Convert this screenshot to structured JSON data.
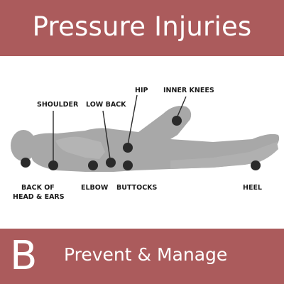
{
  "header": {
    "title": "Pressure Injuries"
  },
  "footer": {
    "letter": "B",
    "subtitle": "Prevent & Manage"
  },
  "colors": {
    "banner": "#ab5b5c",
    "body": "#a8a8a8",
    "marker": "#2a2a2a"
  },
  "diagram": {
    "labels": {
      "shoulder": "SHOULDER",
      "low_back": "LOW BACK",
      "hip": "HIP",
      "inner_knees": "INNER KNEES",
      "back_of_head_line1": "BACK OF",
      "back_of_head_line2": "HEAD & EARS",
      "elbow": "ELBOW",
      "buttocks": "BUTTOCKS",
      "heel": "HEEL"
    }
  }
}
